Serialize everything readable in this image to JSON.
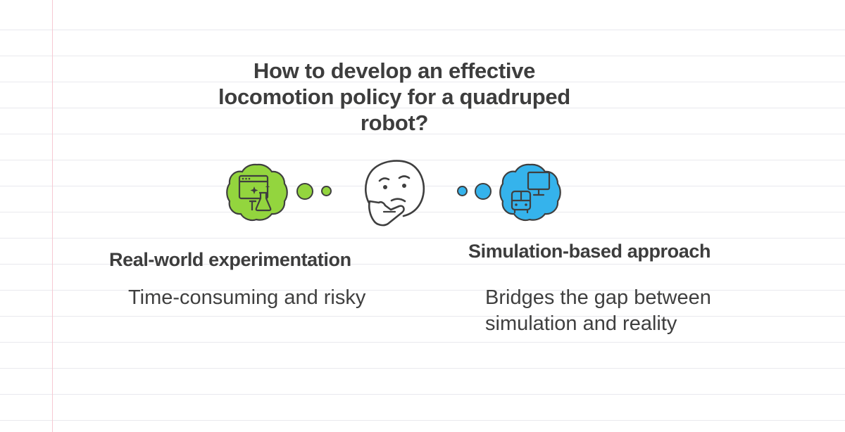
{
  "title": "How to develop an effective locomotion policy for a quadruped robot?",
  "colors": {
    "green": "#93d53e",
    "blue": "#35b3ec",
    "outline": "#3f3f3f",
    "margin_line": "#f6c9d2"
  },
  "center": {
    "icon": "thinking-face-icon"
  },
  "options": [
    {
      "icon": "browser-lab-flask-icon",
      "color": "green",
      "title": "Real-world experimentation",
      "description": "Time-consuming and risky"
    },
    {
      "icon": "monitor-vehicle-simulation-icon",
      "color": "blue",
      "title": "Simulation-based approach",
      "description": "Bridges the gap between simulation and reality"
    }
  ]
}
